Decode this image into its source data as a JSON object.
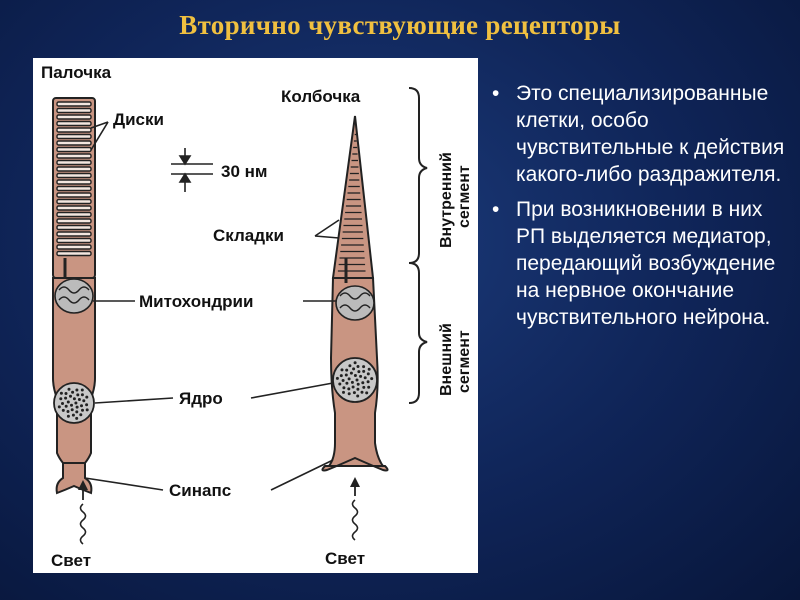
{
  "title": "Вторично чувствующие рецепторы",
  "diagram": {
    "rod_label": "Палочка",
    "cone_label": "Колбочка",
    "discs_label": "Диски",
    "thickness_label": "30 нм",
    "folds_label": "Складки",
    "mito_label": "Митохондрии",
    "nucleus_label": "Ядро",
    "synapse_label": "Синапс",
    "light_label_left": "Свет",
    "light_label_right": "Свет",
    "inner_segment_l1": "Внутренний",
    "inner_segment_l2": "сегмент",
    "outer_segment_l1": "Внешний",
    "outer_segment_l2": "сегмент"
  },
  "bullets": [
    "Это специализированные клетки, особо чувствительные к действия какого-либо раздражителя.",
    "При возникновении в них РП выделяется медиатор, передающий возбуждение на нервное окончание чувствительного нейрона."
  ]
}
